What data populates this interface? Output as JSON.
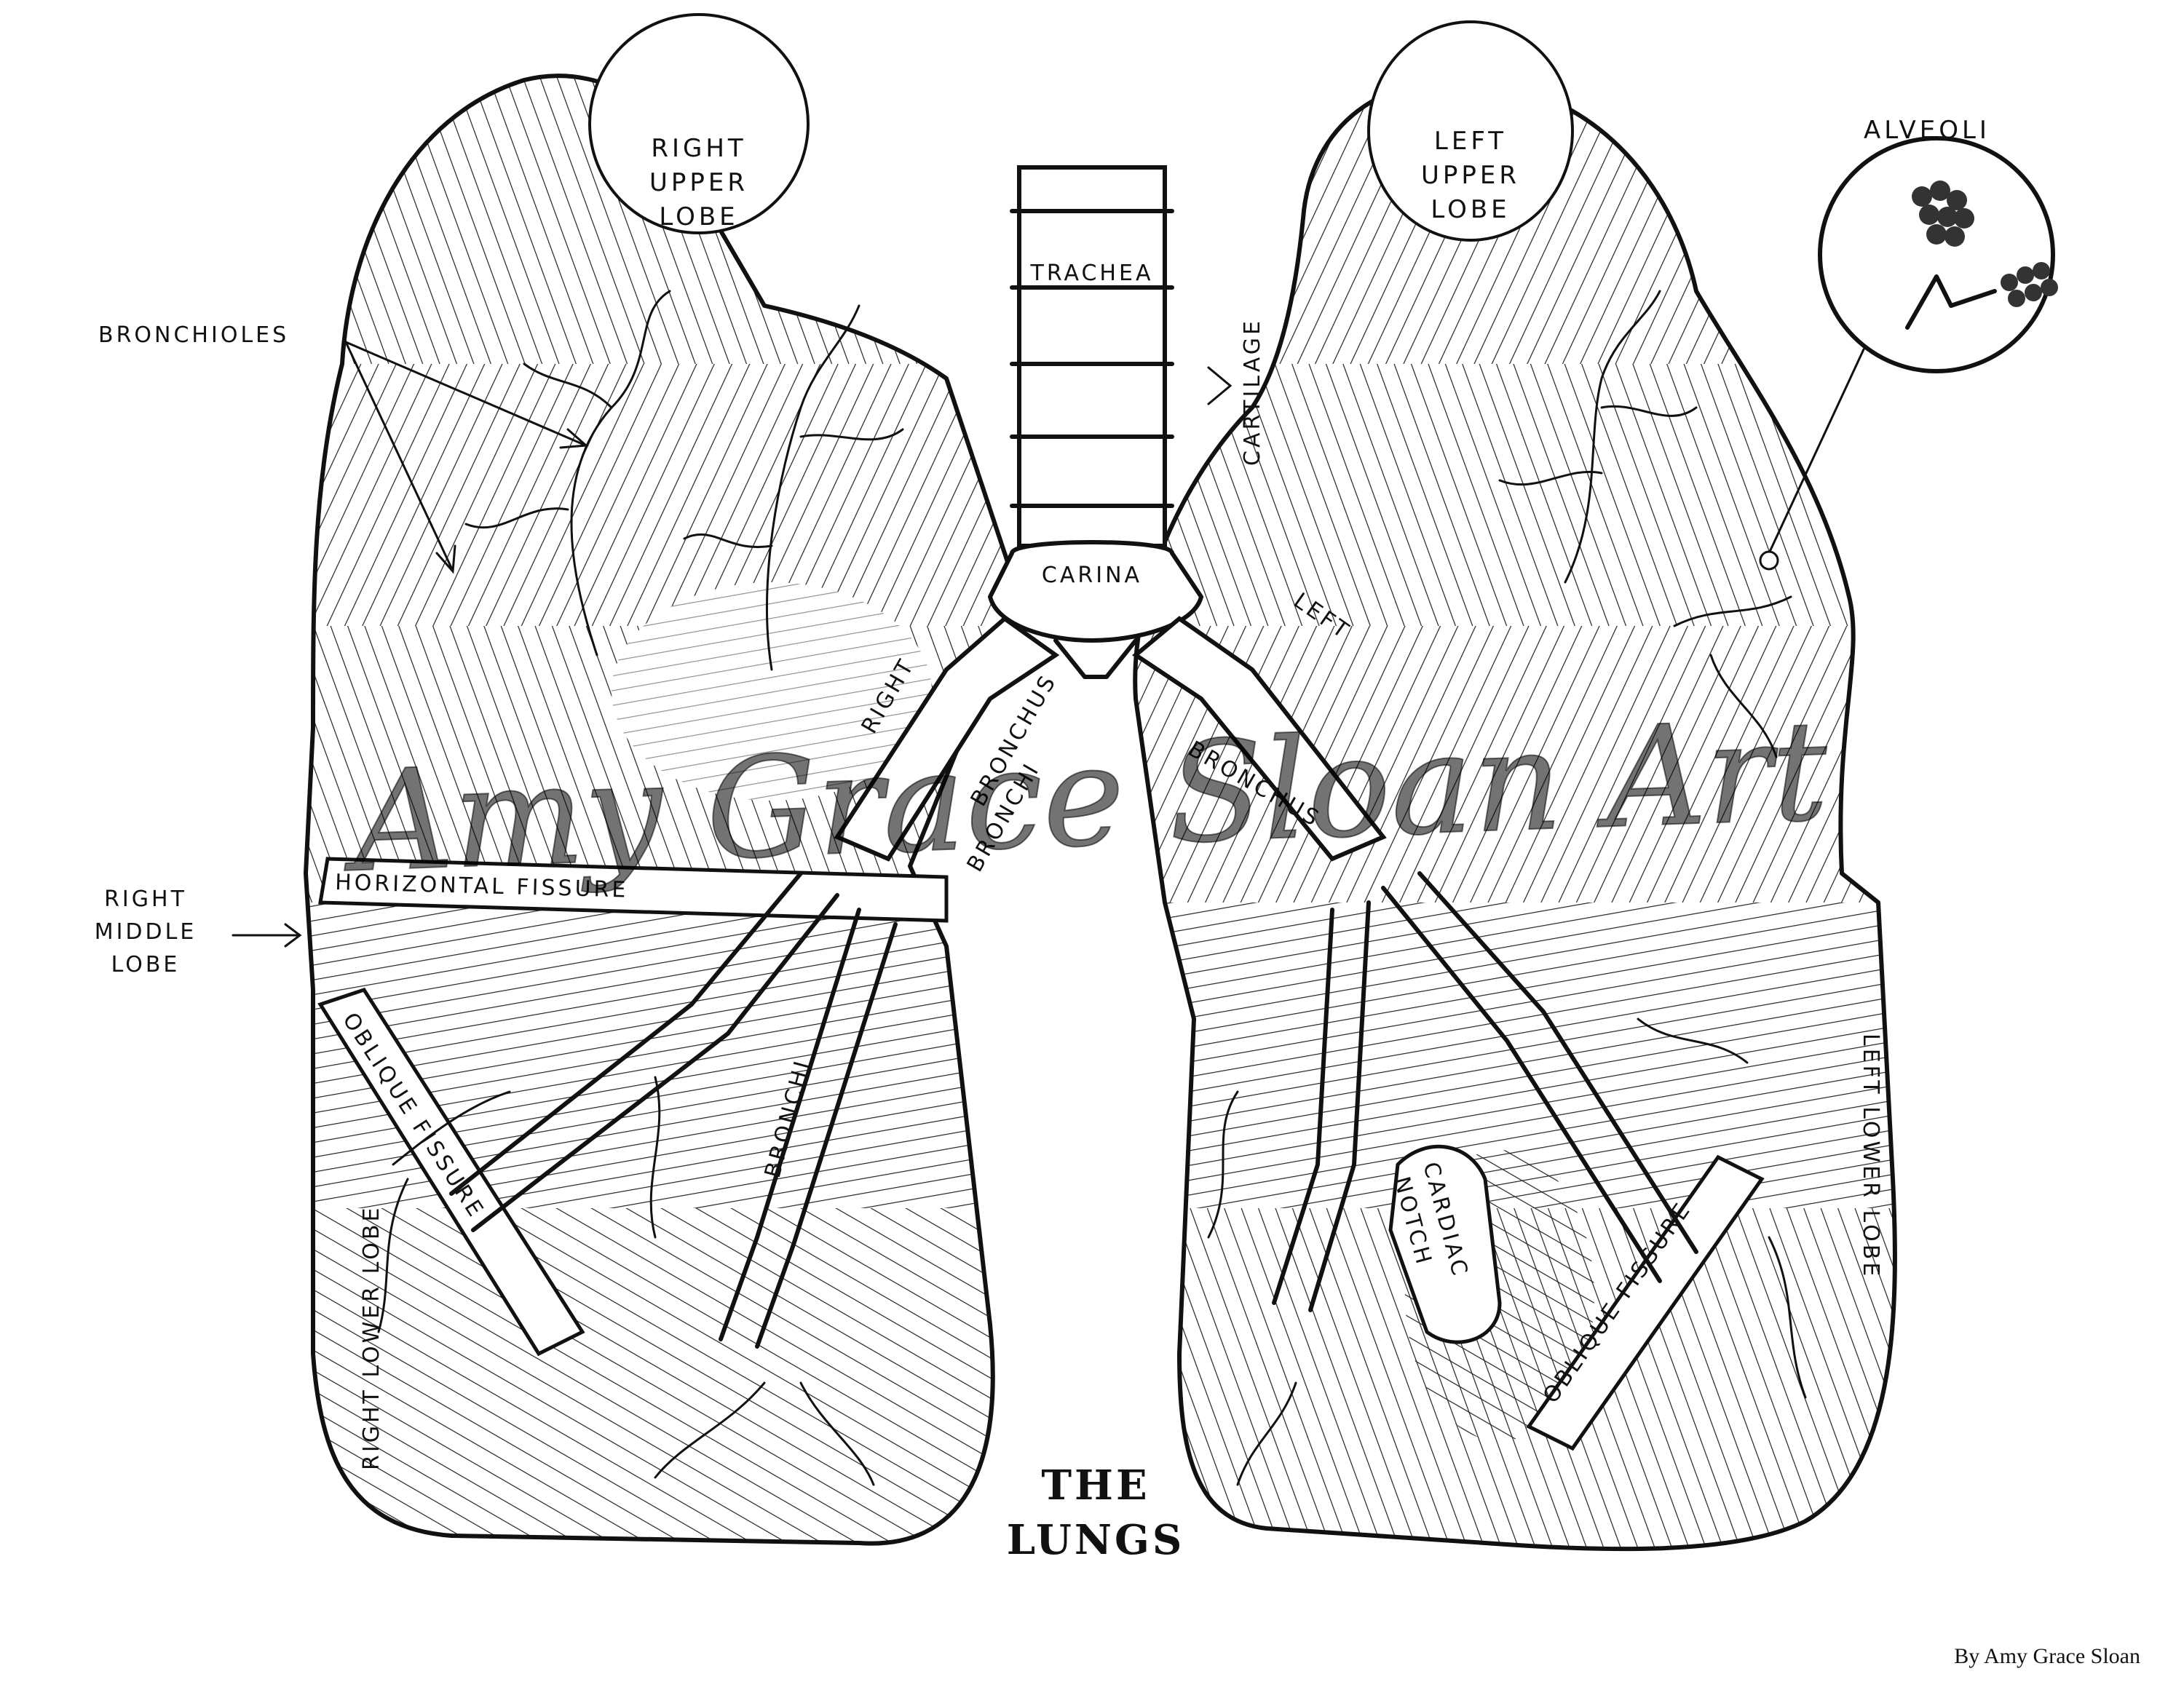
{
  "labels": {
    "right_upper_lobe": [
      "RIGHT",
      "UPPER",
      "LOBE"
    ],
    "left_upper_lobe": [
      "LEFT",
      "UPPER",
      "LOBE"
    ],
    "right_middle_lobe": [
      "RIGHT",
      "MIDDLE",
      "LOBE"
    ],
    "right_lower_lobe": "RIGHT LOWER LOBE",
    "left_lower_lobe": "LEFT LOWER LOBE",
    "bronchioles": "BRONCHIOLES",
    "alveoli": "ALVEOLI",
    "trachea": "TRACHEA",
    "cartilage": "CARTILAGE",
    "carina": "CARINA",
    "right_bronchus": [
      "RIGHT",
      "BRONCHUS"
    ],
    "left_bronchus": [
      "LEFT",
      "BRONCHUS"
    ],
    "bronchi_left_side": "BRONCHI",
    "bronchi_right_side": "BRONCHI",
    "horizontal_fissure": "HORIZONTAL FISSURE",
    "oblique_fissure_right": "OBLIQUE FISSURE",
    "oblique_fissure_left": "OBLIQUE FISSURE",
    "cardiac_notch": [
      "CARDIAC",
      "NOTCH"
    ]
  },
  "title": [
    "THE",
    "LUNGS"
  ],
  "watermark": "Amy Grace Sloan Art",
  "credit": "By Amy Grace Sloan"
}
